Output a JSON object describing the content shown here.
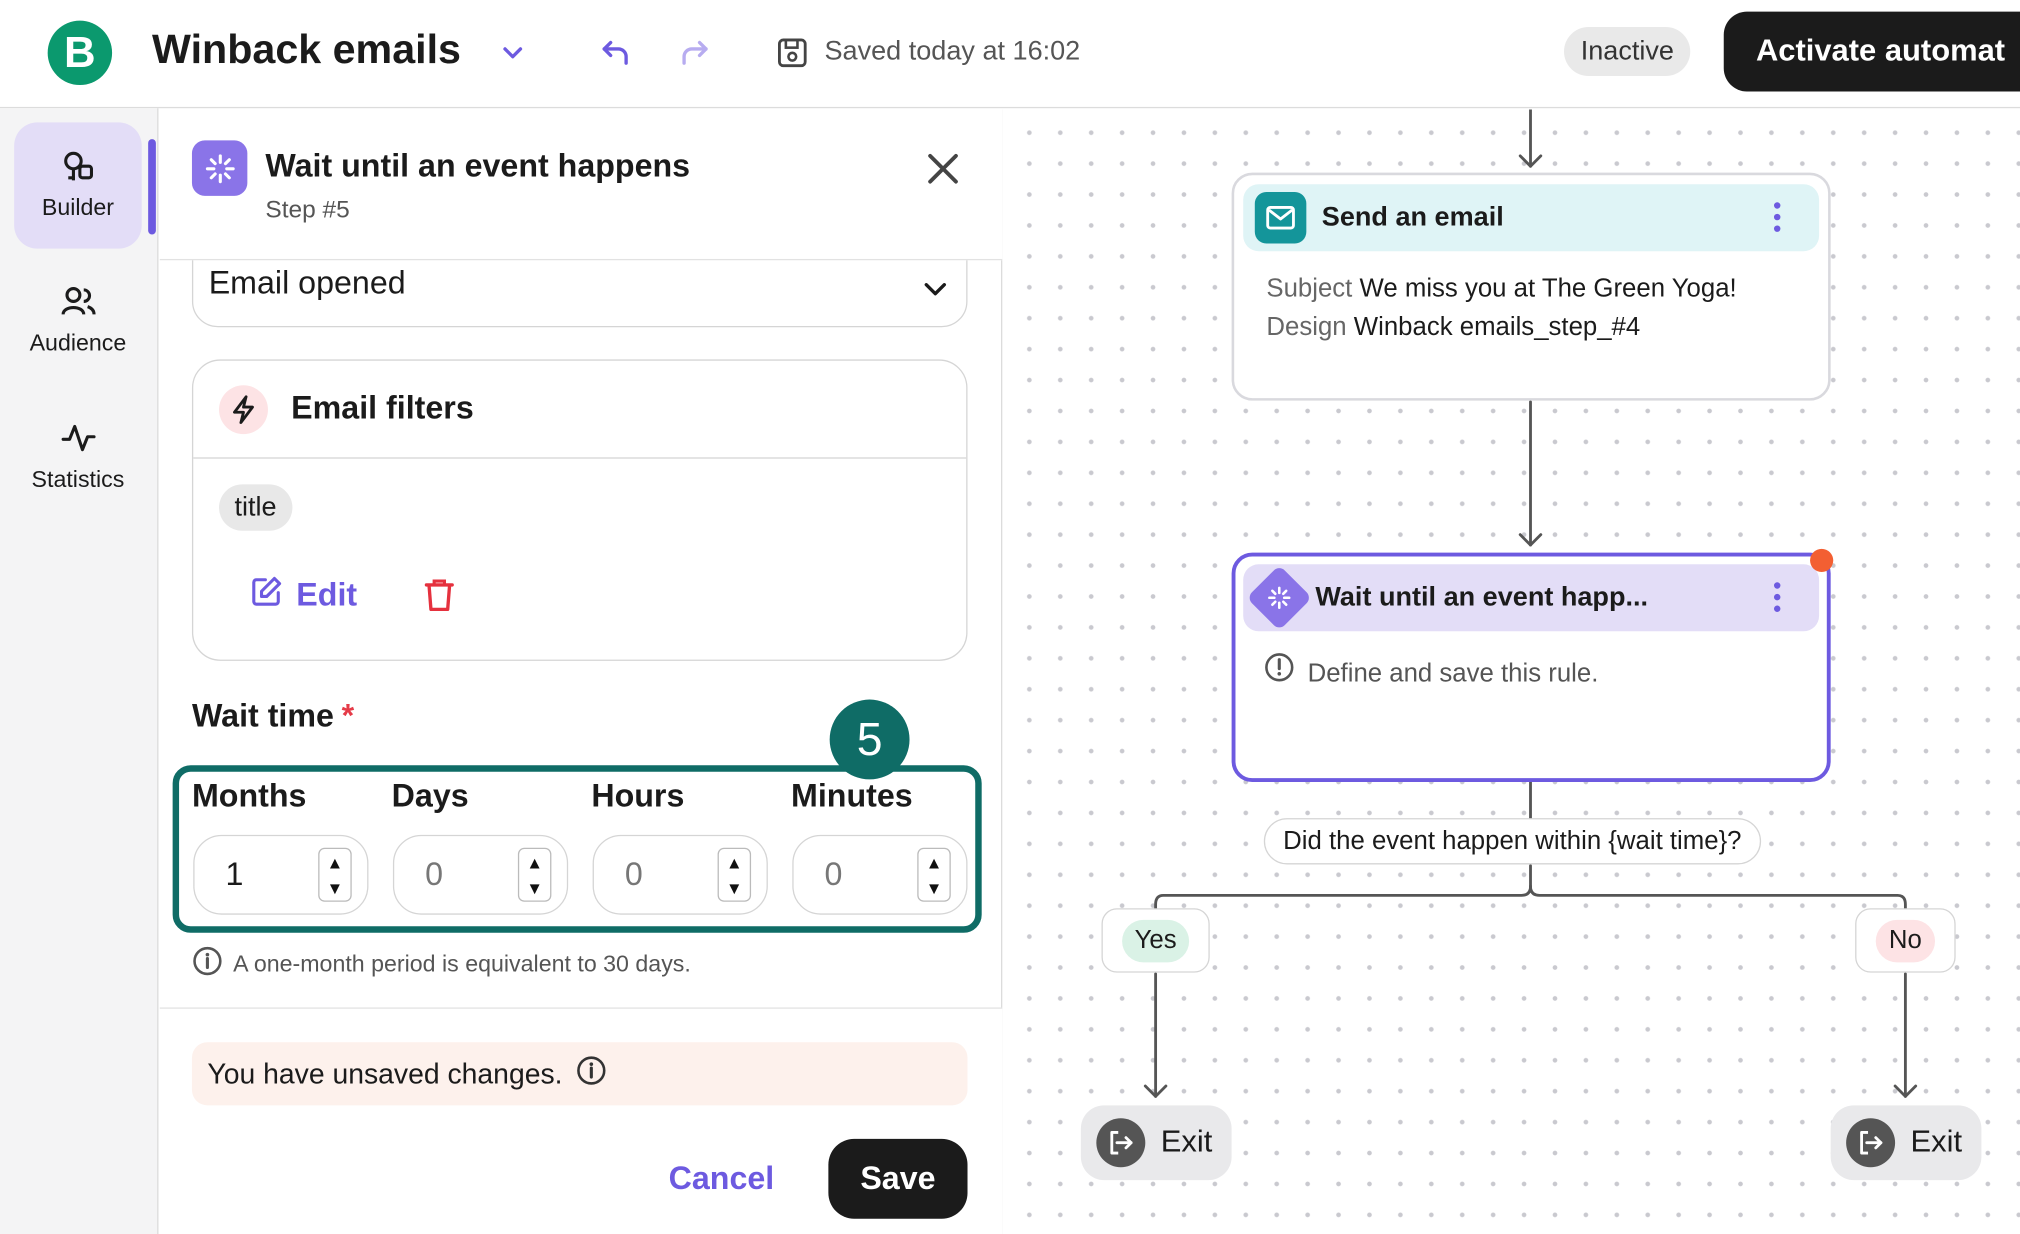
{
  "header": {
    "logo_letter": "B",
    "title": "Winback emails",
    "saved_text": "Saved today at 16:02",
    "status_badge": "Inactive",
    "activate_label": "Activate automat"
  },
  "nav": {
    "items": [
      {
        "label": "Builder",
        "icon": "builder-icon",
        "active": true
      },
      {
        "label": "Audience",
        "icon": "audience-icon",
        "active": false
      },
      {
        "label": "Statistics",
        "icon": "statistics-icon",
        "active": false
      }
    ]
  },
  "panel": {
    "title": "Wait until an event happens",
    "subtitle": "Step #5",
    "event_select": "Email opened",
    "filters": {
      "title": "Email filters",
      "chip": "title",
      "edit_label": "Edit"
    },
    "wait_time": {
      "label": "Wait time",
      "required_mark": "*",
      "fields": [
        {
          "label": "Months",
          "value": "1"
        },
        {
          "label": "Days",
          "value": "0"
        },
        {
          "label": "Hours",
          "value": "0"
        },
        {
          "label": "Minutes",
          "value": "0"
        }
      ],
      "hint": "A one-month period is equivalent to 30 days."
    },
    "step_badge": "5",
    "unsaved_text": "You have unsaved changes.",
    "cancel_label": "Cancel",
    "save_label": "Save"
  },
  "canvas": {
    "email_node": {
      "title": "Send an email",
      "subject_label": "Subject",
      "subject_value": "We miss you at The Green Yoga!",
      "design_label": "Design",
      "design_value": "Winback emails_step_#4"
    },
    "wait_node": {
      "title": "Wait until an event happ...",
      "message": "Define and save this rule."
    },
    "question": "Did the event happen within {wait time}?",
    "yes_label": "Yes",
    "no_label": "No",
    "exit_label": "Exit"
  },
  "colors": {
    "brand_green": "#0b996e",
    "accent_purple": "#6d5ae0",
    "highlight_teal": "#0f6c66",
    "danger_red": "#e5313e",
    "notification_orange": "#f35f32"
  }
}
